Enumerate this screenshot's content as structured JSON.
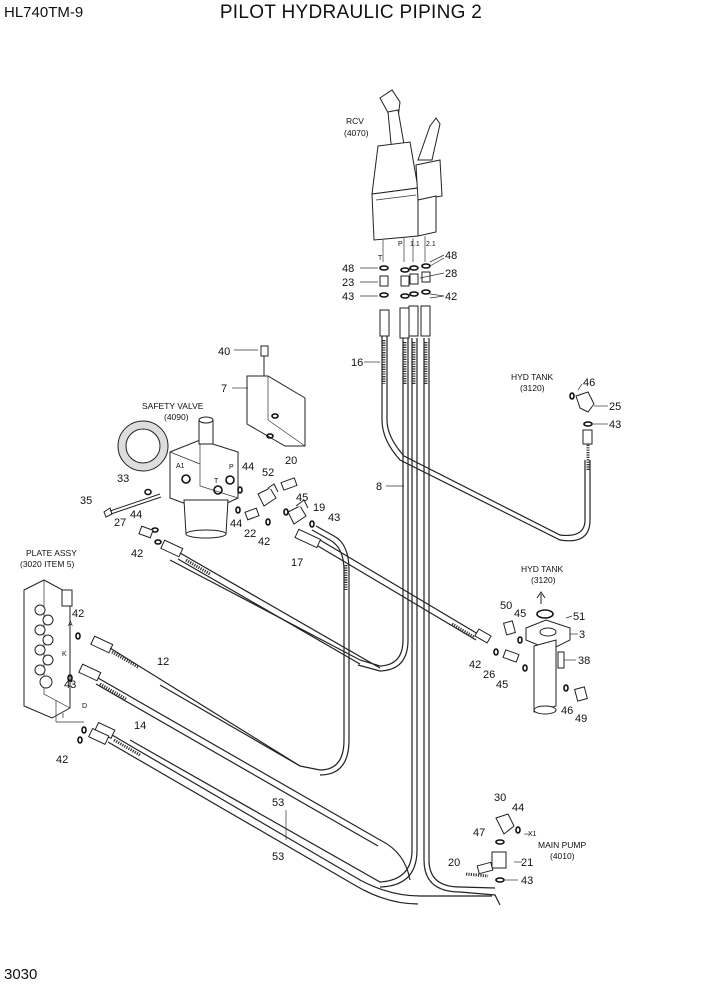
{
  "header": {
    "model": "HL740TM-9",
    "title": "PILOT HYDRAULIC PIPING 2"
  },
  "footer": {
    "page_number": "3030"
  },
  "components": {
    "rcv": {
      "name": "RCV",
      "ref": "(4070)"
    },
    "safety_valve": {
      "name": "SAFETY VALVE",
      "ref": "(4090)"
    },
    "hyd_tank_upper": {
      "name": "HYD TANK",
      "ref": "(3120)"
    },
    "hyd_tank_lower": {
      "name": "HYD TANK",
      "ref": "(3120)"
    },
    "plate_assy": {
      "name": "PLATE ASSY",
      "ref": "(3020 ITEM 5)"
    },
    "main_pump": {
      "name": "MAIN PUMP",
      "ref": "(4010)"
    }
  },
  "ports": {
    "t": "T",
    "p": "P",
    "p11": "1.1",
    "p21": "2.1",
    "a1": "A1",
    "sv_p": "P",
    "sv_t": "T",
    "a": "A",
    "k": "K",
    "i": "I",
    "d": "D",
    "x1": "X1"
  },
  "callouts": [
    {
      "id": "c1",
      "text": "48"
    },
    {
      "id": "c2",
      "text": "23"
    },
    {
      "id": "c3",
      "text": "43"
    },
    {
      "id": "c4",
      "text": "48"
    },
    {
      "id": "c5",
      "text": "28"
    },
    {
      "id": "c6",
      "text": "42"
    },
    {
      "id": "c7",
      "text": "40"
    },
    {
      "id": "c8",
      "text": "7"
    },
    {
      "id": "c9",
      "text": "16"
    },
    {
      "id": "c10",
      "text": "46"
    },
    {
      "id": "c11",
      "text": "25"
    },
    {
      "id": "c12",
      "text": "43"
    },
    {
      "id": "c13",
      "text": "33"
    },
    {
      "id": "c14",
      "text": "35"
    },
    {
      "id": "c15",
      "text": "44"
    },
    {
      "id": "c16",
      "text": "52"
    },
    {
      "id": "c17",
      "text": "20"
    },
    {
      "id": "c18",
      "text": "45"
    },
    {
      "id": "c19",
      "text": "8"
    },
    {
      "id": "c20",
      "text": "27"
    },
    {
      "id": "c21",
      "text": "44"
    },
    {
      "id": "c22",
      "text": "44"
    },
    {
      "id": "c23",
      "text": "22"
    },
    {
      "id": "c24",
      "text": "42"
    },
    {
      "id": "c25",
      "text": "19"
    },
    {
      "id": "c26",
      "text": "43"
    },
    {
      "id": "c27",
      "text": "42"
    },
    {
      "id": "c28",
      "text": "17"
    },
    {
      "id": "c29",
      "text": "42"
    },
    {
      "id": "c30",
      "text": "43"
    },
    {
      "id": "c31",
      "text": "12"
    },
    {
      "id": "c32",
      "text": "14"
    },
    {
      "id": "c33",
      "text": "42"
    },
    {
      "id": "c34",
      "text": "50"
    },
    {
      "id": "c35",
      "text": "45"
    },
    {
      "id": "c36",
      "text": "51"
    },
    {
      "id": "c37",
      "text": "3"
    },
    {
      "id": "c38",
      "text": "38"
    },
    {
      "id": "c39",
      "text": "42"
    },
    {
      "id": "c40",
      "text": "26"
    },
    {
      "id": "c41",
      "text": "45"
    },
    {
      "id": "c42",
      "text": "46"
    },
    {
      "id": "c43",
      "text": "49"
    },
    {
      "id": "c44",
      "text": "53"
    },
    {
      "id": "c45",
      "text": "53"
    },
    {
      "id": "c46",
      "text": "30"
    },
    {
      "id": "c47",
      "text": "44"
    },
    {
      "id": "c48",
      "text": "47"
    },
    {
      "id": "c49",
      "text": "20"
    },
    {
      "id": "c50",
      "text": "21"
    },
    {
      "id": "c51",
      "text": "43"
    }
  ]
}
